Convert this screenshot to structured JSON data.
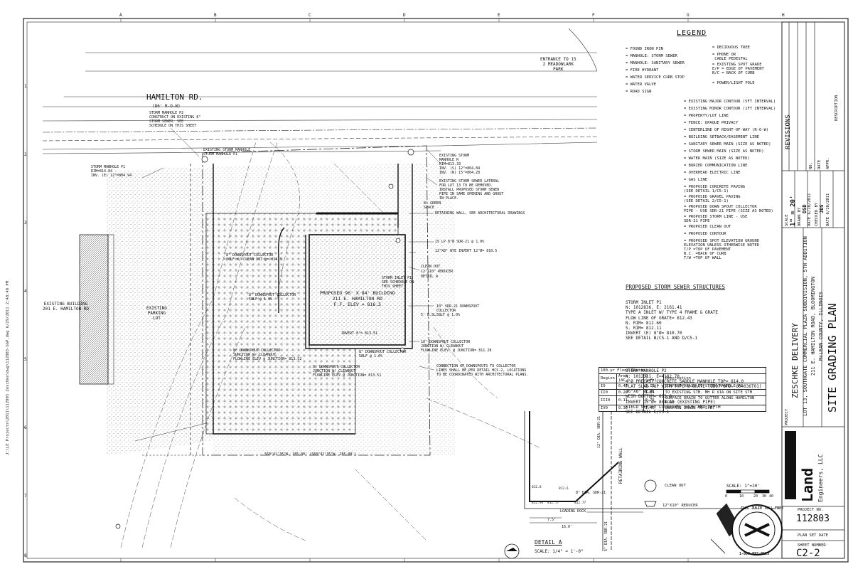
{
  "grid": {
    "cols": [
      "A",
      "B",
      "C",
      "D",
      "E",
      "F",
      "G",
      "H"
    ],
    "rows": [
      "1",
      "2",
      "3",
      "4",
      "5",
      "6",
      "7",
      "8"
    ]
  },
  "plan": {
    "road_name": "HAMILTON RD.",
    "row": "(86' R-O-W)",
    "entrance": "ENTRANCE TO 15\n2 MEADOWLARK\nPARK",
    "building": "PROPOSED 96' X 84' BUILDING\n211 E. HAMILTON RD\nF.F. ELEV = 816.5",
    "existing_building": "EXISTING BUILDING\n201 E. HAMILTON RD",
    "parking": "EXISTING\nPARKING\nLOT",
    "notes": [
      "STORM MANHOLE P2\nCONSTRUCT ON EXISTING 8\"\nSTORM SEWER. SEE\nSCHEDULE ON THIS SHEET",
      "EXISTING STORM\nMANHOLE R\nRIM=813.33\nINV. (S) 12\"=804.84\nINV. (N) 15\"=804.28",
      "EXISTING STORM SEWER LATERAL\nFOR LOT 13 TO BE REMOVED.\nINSTALL PROPOSED STORM SEWER\nPIPE IN SAME OPENING AND GROUT\nIN PLACE.",
      "RETAINING WALL, SEE ARCHITECTURAL DRAWINGS",
      "15 LP 8\"Ø SDR-21 @ 1.0%",
      "12\"X8\" WYE INVERT 12\"Ø= 810.5",
      "CLEAN OUT",
      "12\"X10\" REDUCER",
      "DETAIL A",
      "STORM INLET P1\nSEE SCHEDULE ON\nTHIS SHEET",
      "10\" SDR-21 DOWNSPOUT\nCOLLECTOR\n58LF @ 1.0%",
      "10\" DOWNSPOUT COLLECTOR\nJUNCTION W/ CLEANOUT\nFLOWLINE ELEV. @ JUNCTION= 811.28",
      "CONNECTION OF DOWNSPOUTS TO COLLECTOR\nLINES SHALL BE PER DETAIL HCS-2, LOCATIONS\nTO BE COORDINATED WITH ARCHITECTURAL PLANS.",
      "STORM MANHOLE P1\nRIM=814.84\nINV. (E) 12\"=804.94",
      "8\" DOWNSPOUT COLLECTOR\n86LF W/ CLEAN OUT @= 814.3",
      "8\" DOWNSPOUT COLLECTOR\n58LF @ 1.0%",
      "8\" DOWNSPOUT COLLECTOR\nJUNCTION W/ CLEANOUT\nFLOWLINE ELEV @ JUNCTION= 813.52",
      "8\" DOWNSPOUT COLLECTOR\n58LF @ 1.0%",
      "8\" DOWNSPOUT COLLECTOR\nJUNCTION W/ CLEANOUT\nFLOWLINE ELEV @ JUNCTION= 813.51",
      "INVERT 8\"= 813.51",
      "8' GREEN\nSPACE",
      "EXISTING STORM MANHOLE\nSTORM MANHOLE P1",
      "5' B.SL.",
      "S60°41'35\"W, 185.00' (S60°42'35\"W, 185.00')"
    ]
  },
  "legend": {
    "title": "LEGEND",
    "items": [
      "= FOUND IRON PIN",
      "= MANHOLE: STORM SEWER",
      "= MANHOLE: SANITARY SEWER",
      "= FIRE HYDRANT",
      "= WATER SERVICE CURB STOP",
      "= WATER VALVE",
      "= ROAD SIGN",
      "= DECIDUOUS TREE",
      "= PHONE OR\n CABLE PEDESTAL",
      "= EXISTING SPOT GRADE\nE/P = EDGE OF PAVEMENT\nB/C = BACK OF CURB",
      "= POWER/LIGHT POLE",
      "= EXISTING MAJOR CONTOUR (5FT INTERVAL)",
      "= EXISTING MINOR CONTOUR (1FT INTERVAL)",
      "= PROPERTY/LOT LINE",
      "= FENCE: OPAQUE PRIVACY",
      "= CENTERLINE OF RIGHT-OF-WAY (R-O-W)",
      "= BUILDING SETBACK/EASEMENT LINE",
      "= SANITARY SEWER MAIN (SIZE AS NOTED)",
      "= STORM SEWER MAIN (SIZE AS NOTED)",
      "= WATER MAIN (SIZE AS NOTED)",
      "= BURIED COMMUNICATION LINE",
      "= OVERHEAD ELECTRIC LINE",
      "= GAS LINE",
      "= PROPOSED CONCRETE PAVING\n(SEE DETAIL 1/C5-1)",
      "= PROPOSED GRAVEL PAVING\n(SEE DETAIL 2/C5-1)",
      "= PROPOSED DOWN SPOUT COLLECTOR\nPIPE - USE SDR-21 PIPE (SIZE AS NOTED)",
      "= PROPOSED STORM LINE - USE\nSDR-21 PIPE",
      "= PROPOSED CLEAN OUT",
      "= PROPOSED CONTOUR",
      "= PROPOSED SPOT ELEVATION GROUND\nELEVATION UNLESS OTHERWISE NOTED\nT/P =TOP OF PAVEMENT\nB.C. =BACK OF CURB\nT/W =TOP OF WALL"
    ]
  },
  "structures": {
    "title": "PROPOSED STORM SEWER STRUCTURES",
    "p1": "STORM INLET P1\nN: 1012836, E: 2161.41\nTYPE A INLET W/ TYPE 4 FRAME & GRATE\nFLOW LINE OF GRATE= 812.43\nN. RIM= 812.60\nS. RIM= 812.11\nINVERT (E) 8\"Ø= 810.70\nSEE DETAIL B/C5-1 AND D/C5-1",
    "p2": "STORM MANHOLE P2\nN: 1012111, E=4182.70\n4'Ø PRECAST CONCRETE SADDLE MANHOLE TOP= 814.0\nFLAT SLAB TOP WITH TYPE 8 GRATE (IDOT STD. 604036T01)\n36\"X8\" WEIR\nWEIR BOTTOM= 813.0\nINVERT 15\"Ø= 808.18 (EXISTING PIPE)\nFIELD VERIFY LOCATION, SIZE AND DEPTH\nSEE DETAIL E/C5-1"
  },
  "flood_table": {
    "title": "100-yr Flood Routes",
    "headers": [
      "Region",
      "Area (AC.)",
      "Q (cfs)",
      "Description"
    ],
    "rows": [
      [
        "I0",
        "0.45",
        "3.11",
        "SURFACE DRAIN TO STORM MANHOLE P2"
      ],
      [
        "II0",
        "0.20",
        "1.84",
        "TO EXISTING STM. MH R VIA ON SITE STM"
      ],
      [
        "III0",
        "0.11",
        "0.75",
        "SURFACE DRAIN TO GUTTER ALONG HAMILTON ROAD"
      ],
      [
        "IV0",
        "0.30",
        "1.40",
        "SURFACE DRAIN TO S.E."
      ]
    ]
  },
  "detail": {
    "title": "DETAIL A",
    "scale": "SCALE: 1/4\" = 1'-0\"",
    "labels": [
      "RETAINING WALL",
      "8\" DIA. SDR-21",
      "CLEAN OUT",
      "12\"X10\" REDUCER",
      "12\" DIA. SDR-21",
      "LOADING DOCK",
      "7.5'",
      "16.0'",
      "5\" DIA. SDR-21",
      "812.8",
      "812.6",
      "812.77",
      "812.93",
      "812.77"
    ]
  },
  "scale_bar": {
    "label": "SCALE: 1\"=20'",
    "ticks": [
      "0",
      "10",
      "20",
      "30",
      "40"
    ]
  },
  "title_block": {
    "revisions": "REVISIONS",
    "rev_headers": [
      "NO.",
      "DATE",
      "APPR.",
      "DESCRIPTION"
    ],
    "scale_lbl": "SCALE",
    "scale_val": "1\" = 20'",
    "drawn_lbl": "DRAWN BY",
    "drawn_val": "DSD",
    "drawn_date": "DATE 6/10/2011",
    "checked_lbl": "CHECKED BY",
    "checked_val": "JDS",
    "checked_date": "DATE 6/10/2011",
    "project_lbl": "PROJECT",
    "project_name": "ZESCHKE DELIVERY",
    "project_loc": "LOT 13, SOUTHGATE COMMERCIAL PLAZA SUBDIVISION, 5TH ADDITION\n211 E. HAMILTON ROAD, BLOOMINGTON\nMcLEAN COUNTY, ILLINOIS",
    "sheet_title": "SITE GRADING PLAN",
    "firm": "Land",
    "firm2": "Engineers, LLC",
    "project_no_lbl": "PROJECT NO.",
    "project_no": "112803",
    "plan_set": "PLAN SET DATE",
    "sheet_no_lbl": "SHEET NUMBER",
    "sheet_no": "C2-2"
  },
  "julie": {
    "text": "CALL JULIE TOLL FREE",
    "phone": "1-800-892-0123"
  },
  "filepath": "J:\\LE Projects\\2011\\112803 Zeschke\\dwg\\112803-SGP.dwg 6/29/2011 2:48:48 PM"
}
